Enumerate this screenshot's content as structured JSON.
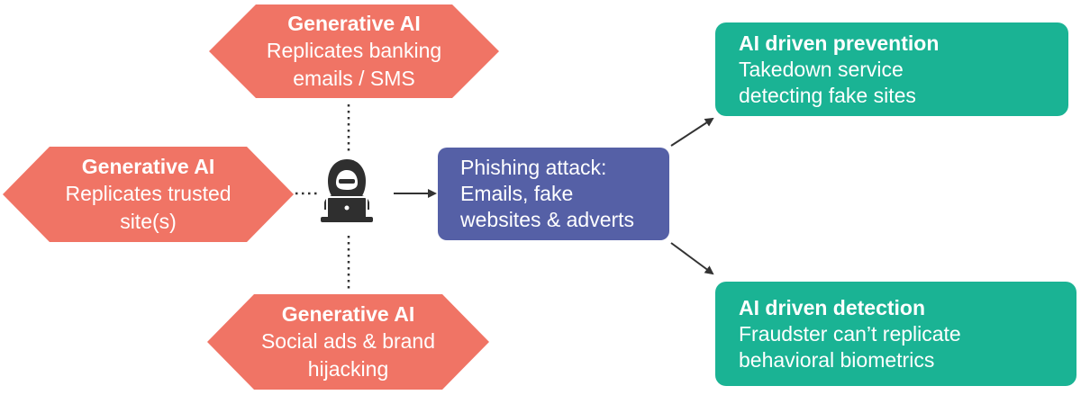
{
  "hexagons": {
    "top": {
      "title": "Generative AI",
      "line1": "Replicates banking",
      "line2": "emails / SMS"
    },
    "left": {
      "title": "Generative AI",
      "line1": "Replicates trusted",
      "line2": "site(s)"
    },
    "bottom": {
      "title": "Generative AI",
      "line1": "Social ads & brand",
      "line2": "hijacking"
    }
  },
  "center": {
    "icon": "hacker-icon",
    "line1": "Phishing attack:",
    "line2": "Emails, fake",
    "line3": "websites & adverts"
  },
  "outcomes": {
    "prevention": {
      "title": "AI driven prevention",
      "line1": "Takedown service",
      "line2": "detecting fake sites"
    },
    "detection": {
      "title": "AI driven detection",
      "line1": "Fraudster can’t replicate",
      "line2": "behavioral biometrics"
    }
  },
  "colors": {
    "hexagon": "#f07465",
    "phishing_box": "#5560a6",
    "outcome_box": "#1ab394",
    "connector": "#333333",
    "hacker": "#2f2f2f"
  }
}
